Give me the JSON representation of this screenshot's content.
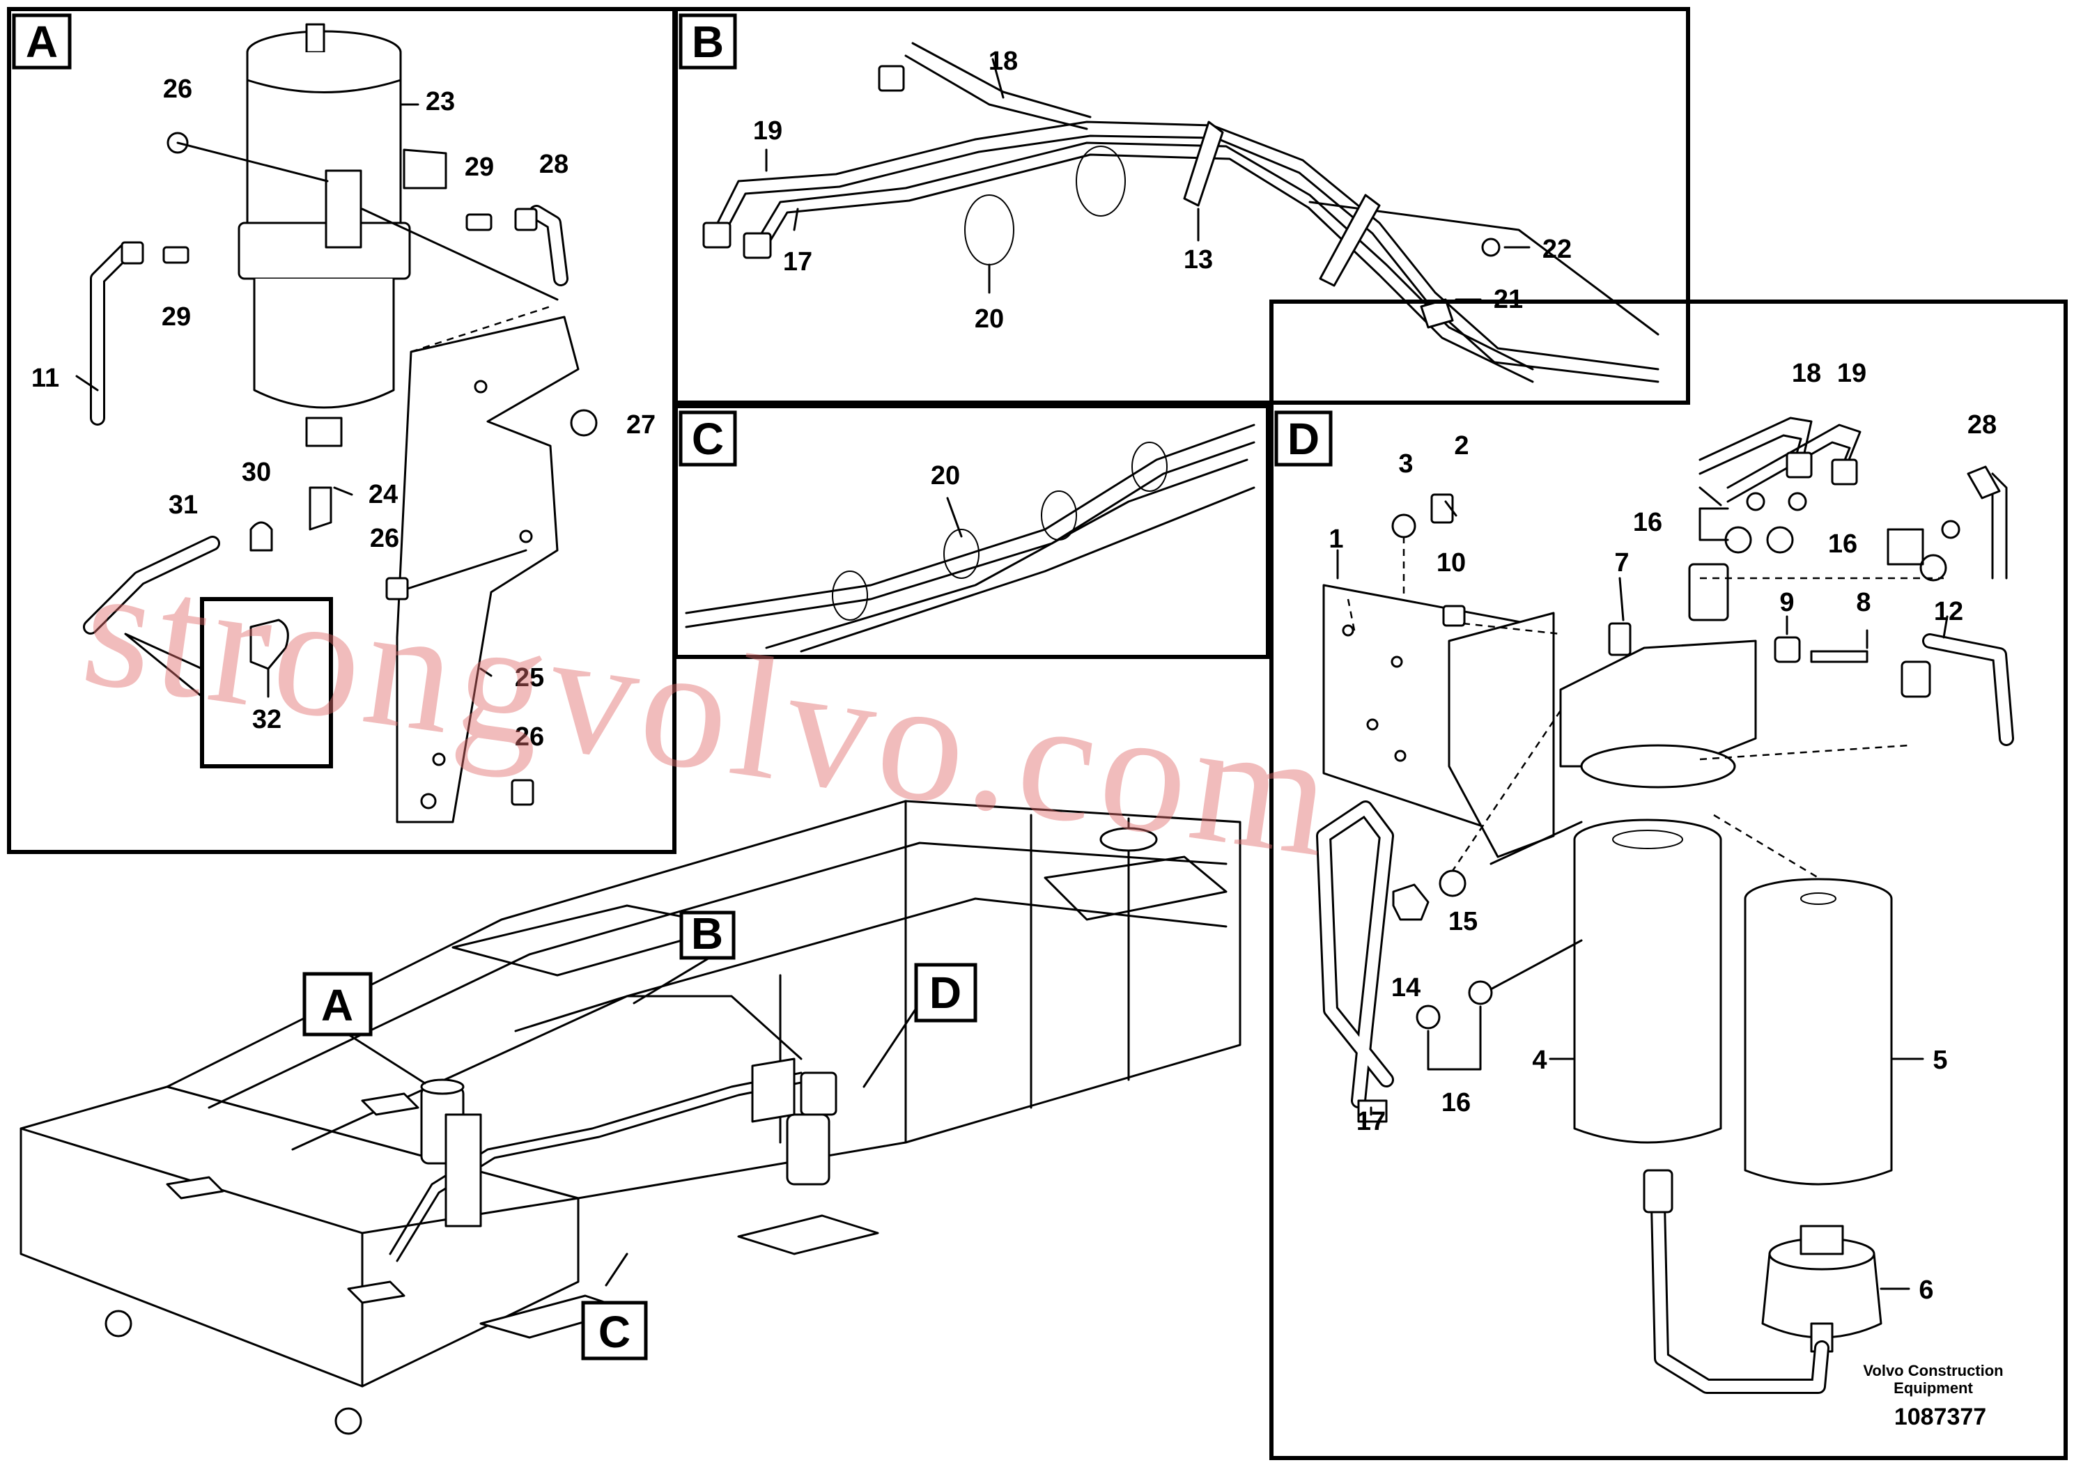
{
  "panels": {
    "A": {
      "letter": "A"
    },
    "B": {
      "letter": "B"
    },
    "C": {
      "letter": "C"
    },
    "D": {
      "letter": "D"
    }
  },
  "overview_tags": {
    "A": "A",
    "B": "B",
    "C": "C",
    "D": "D"
  },
  "labels": {
    "A": [
      "26",
      "23",
      "29",
      "28",
      "29",
      "11",
      "27",
      "30",
      "24",
      "31",
      "26",
      "25",
      "32",
      "26"
    ],
    "B": [
      "18",
      "19",
      "17",
      "20",
      "13",
      "22",
      "21"
    ],
    "C": [
      "20"
    ],
    "D": [
      "18",
      "19",
      "28",
      "3",
      "2",
      "16",
      "16",
      "1",
      "10",
      "7",
      "9",
      "8",
      "12",
      "15",
      "14",
      "16",
      "17",
      "4",
      "5",
      "6"
    ]
  },
  "footer": {
    "company_line1": "Volvo Construction",
    "company_line2": "Equipment",
    "drawing_number": "1087377"
  },
  "watermark": "strongvolvo.com"
}
